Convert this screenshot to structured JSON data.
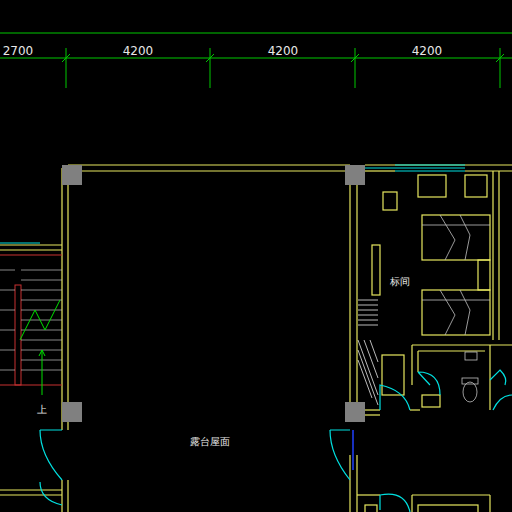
{
  "diagram": {
    "labels": [
      "2700",
      "4200",
      "4200",
      "4200",
      "标间",
      "露台屋面",
      "上"
    ]
  }
}
